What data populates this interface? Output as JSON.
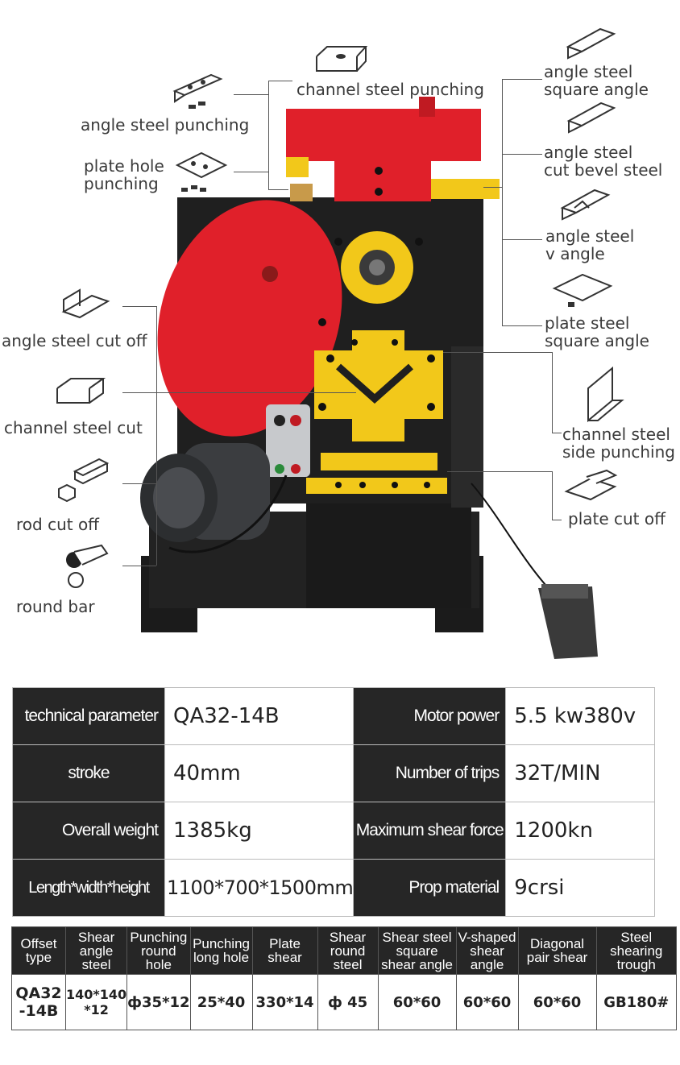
{
  "labels": {
    "channel_steel_punching": "channel steel punching",
    "angle_steel_punching": "angle steel punching",
    "plate_hole_punching": "plate hole\npunching",
    "angle_steel_square_angle": "angle steel\nsquare angle",
    "angle_steel_cut_bevel_steel": "angle steel\ncut bevel steel",
    "angle_steel_v_angle": "angle steel\nv angle",
    "plate_steel_square_angle": "plate steel\nsquare angle",
    "angle_steel_cut_off": "angle steel cut off",
    "channel_steel_cut": "channel steel cut",
    "channel_steel_side_punching": "channel steel\nside punching",
    "rod_cut_off": "rod cut off",
    "plate_cut_off": "plate cut off",
    "round_bar": "round bar"
  },
  "spec_table": {
    "rows": [
      {
        "k1": "technical parameter",
        "v1": "QA32-14B",
        "k2": "Motor power",
        "v2": "5.5 kw380v"
      },
      {
        "k1": "stroke",
        "v1": "40mm",
        "k2": "Number of trips",
        "v2": "32T/MIN"
      },
      {
        "k1": "Overall weight",
        "v1": "1385kg",
        "k2": "Maximum shear force",
        "v2": "1200kn"
      },
      {
        "k1": "Length*width*height",
        "v1": "1100*700*1500mm",
        "k2": "Prop material",
        "v2": "9crsi"
      }
    ]
  },
  "capacity_table": {
    "headers": [
      "Offset\ntype",
      "Shear\nangle\nsteel",
      "Punching\nround\nhole",
      "Punching\nlong hole",
      "Plate\nshear",
      "Shear\nround\nsteel",
      "Shear steel\nsquare\nshear angle",
      "V-shaped\nshear\nangle",
      "Diagonal\npair shear",
      "Steel\nshearing\ntrough"
    ],
    "values": [
      "QA32\n-14B",
      "140*140\n*12",
      "ф35*12",
      "25*40",
      "330*14",
      "ф 45",
      "60*60",
      "60*60",
      "60*60",
      "GB180#"
    ]
  },
  "colors": {
    "machine_red": "#e0202a",
    "machine_yellow": "#f2c81a",
    "machine_body": "#1e1e1e",
    "table_dark": "#262626"
  }
}
